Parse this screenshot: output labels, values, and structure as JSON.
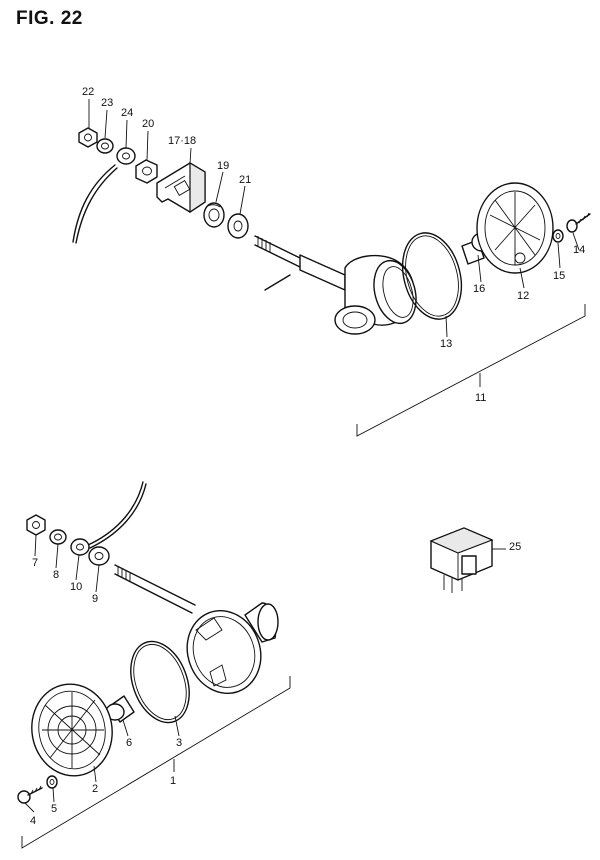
{
  "figure": {
    "title": "FIG. 22"
  },
  "callouts": {
    "c22": "22",
    "c23": "23",
    "c24": "24",
    "c20": "20",
    "c17_18": "17·18",
    "c19": "19",
    "c21": "21",
    "c16": "16",
    "c12": "12",
    "c15": "15",
    "c14": "14",
    "c13": "13",
    "c11": "11",
    "c25": "25",
    "c7": "7",
    "c8": "8",
    "c10": "10",
    "c9": "9",
    "c6": "6",
    "c3": "3",
    "c2": "2",
    "c5": "5",
    "c4": "4",
    "c1": "1"
  }
}
